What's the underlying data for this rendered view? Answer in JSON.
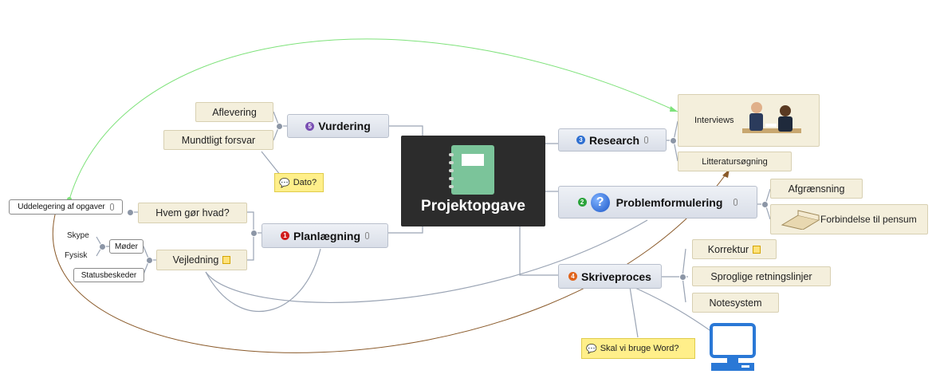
{
  "central": {
    "title": "Projektopgave"
  },
  "branches": {
    "vurdering": {
      "number": "5",
      "label": "Vurdering",
      "color": "#7a4fb3",
      "children": [
        "Aflevering",
        "Mundtligt forsvar"
      ],
      "note": "Dato?"
    },
    "planlaegning": {
      "number": "1",
      "label": "Planlægning",
      "color": "#d01c1c",
      "children": [
        "Hvem gør hvad?",
        "Vejledning"
      ],
      "delegation": "Uddelegering af opgaver",
      "meetings": "Møder",
      "meeting_types": [
        "Skype",
        "Fysisk"
      ],
      "status": "Statusbeskeder"
    },
    "research": {
      "number": "3",
      "label": "Research",
      "color": "#2e6fd1",
      "children": [
        "Interviews",
        "Litteratursøgning"
      ]
    },
    "problemformulering": {
      "number": "2",
      "label": "Problemformulering",
      "color": "#2aa33a",
      "icon": "question-icon",
      "children": [
        "Afgrænsning",
        "Forbindelse til pensum"
      ]
    },
    "skriveproces": {
      "number": "4",
      "label": "Skriveproces",
      "color": "#e0641c",
      "children": [
        "Korrektur",
        "Sproglige retningslinjer",
        "Notesystem"
      ],
      "note": "Skal vi bruge Word?",
      "image_icon": "computer-icon"
    }
  },
  "colors": {
    "line": "#9aa4b4",
    "green_link": "#7ee27a",
    "brown_link": "#8a5a2a",
    "note_bg": "#ffef8a"
  }
}
